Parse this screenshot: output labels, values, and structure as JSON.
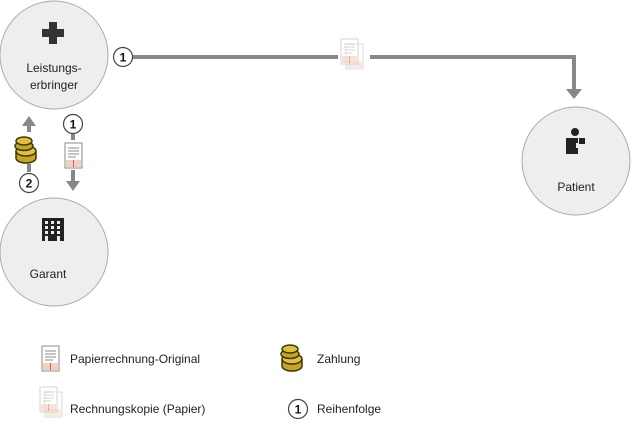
{
  "nodes": {
    "provider": {
      "label_line1": "Leistungs-",
      "label_line2": "erbringer",
      "icon": "medical-cross-icon"
    },
    "patient": {
      "label": "Patient",
      "icon": "person-icon"
    },
    "guarantor": {
      "label": "Garant",
      "icon": "building-icon"
    }
  },
  "steps": {
    "copy_to_patient": "1",
    "invoice_to_guarantor": "1",
    "payment_to_provider": "2"
  },
  "legend": {
    "original_invoice": "Papierrechnung-Original",
    "payment": "Zahlung",
    "paper_copy": "Rechnungskopie (Papier)",
    "sequence": "Reihenfolge",
    "sequence_sample": "1"
  },
  "colors": {
    "node_fill": "#eeeeee",
    "node_stroke": "#aaaaaa",
    "arrow": "#888888",
    "invoice_band": "#f2cfc0",
    "coin_gold": "#c9a227",
    "coin_dark": "#3a3a00"
  }
}
